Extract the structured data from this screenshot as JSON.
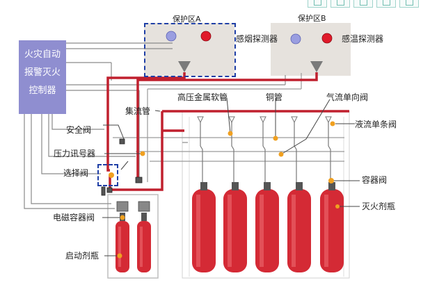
{
  "controller": {
    "lines": [
      "火灾自动",
      "报警灭火",
      "控制器"
    ]
  },
  "zones": {
    "a": {
      "title": "保护区A"
    },
    "b": {
      "title": "保护区B"
    }
  },
  "labels": {
    "smoke_detector": "感烟探测器",
    "heat_detector": "感温探测器",
    "hose": "高压金属软管",
    "copper_pipe": "铜管",
    "check_valve": "气流单向阀",
    "manifold": "集流管",
    "liquid_check_valve": "液流单条阀",
    "safety_valve": "安全阀",
    "pressure_switch": "压力讯号器",
    "selector_valve": "选择阀",
    "container_valve": "容器阀",
    "extinguisher_bottle": "灭火剂瓶",
    "solenoid_valve": "电磁容器阀",
    "starter_bottle": "启动剂瓶"
  },
  "colors": {
    "controller": "#8f8ed0",
    "zone": "#e6e2dd",
    "pipe_red": "#c0202e",
    "cylinder": "#d42a35",
    "detector_smoke": "#9a9ee0",
    "detector_heat": "#e01a2a",
    "zone_outline": "#1f3fa6",
    "wire": "#8a8a8a"
  },
  "toolbar": {
    "icons": [
      "copy-icon",
      "expand-icon",
      "save-icon",
      "share-icon",
      "settings-icon"
    ]
  }
}
